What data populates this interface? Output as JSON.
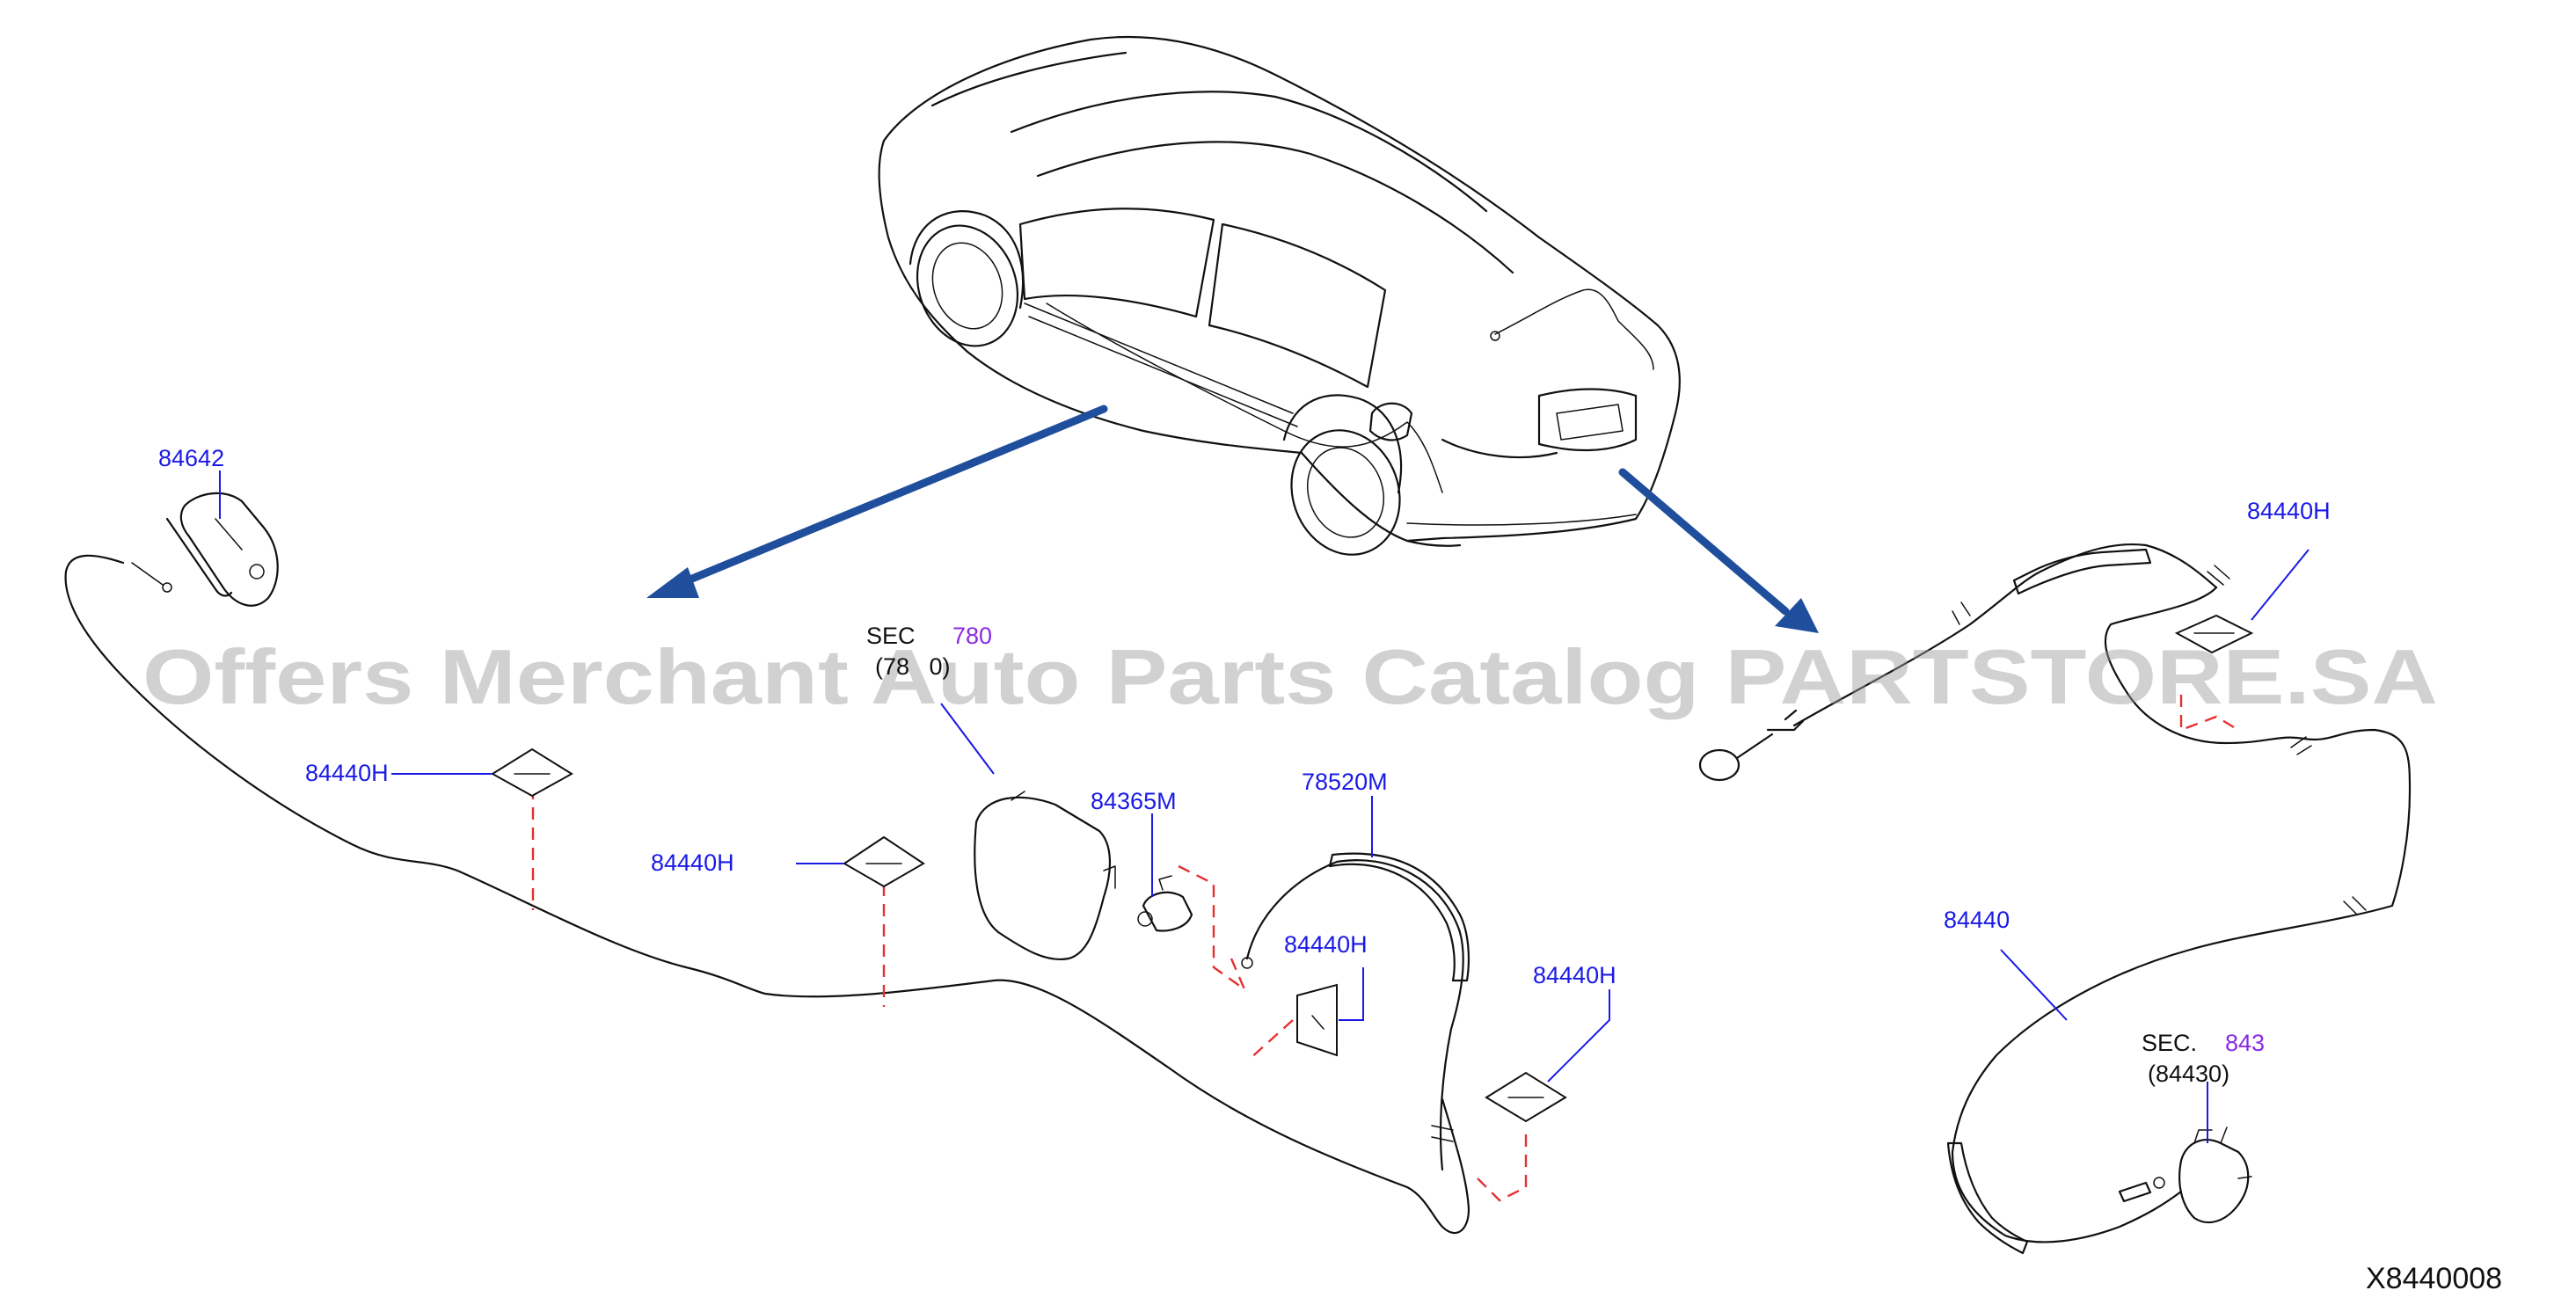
{
  "labels": {
    "l84642": "84642",
    "l84440h_a": "84440H",
    "l84440h_b": "84440H",
    "l84440h_c": "84440H",
    "l84440h_d": "84440H",
    "l84440h_e": "84440H",
    "l84365m": "84365M",
    "l78520m": "78520M",
    "l84440": "84440",
    "sec780_prefix": "SEC",
    "sec780_num": "780",
    "sec780_sub": "(78   0)",
    "sec843_prefix": "SEC.",
    "sec843_num": "843",
    "sec843_sub": "(84430)"
  },
  "diagram_code": "X8440008",
  "watermark": "Offers Merchant Auto Parts Catalog PARTSTORE.SA",
  "colors": {
    "label_blue": "#1a1ae6",
    "section_purple": "#8a2be2",
    "guide_red": "#e53030",
    "arrow_blue": "#1f4f9c"
  }
}
